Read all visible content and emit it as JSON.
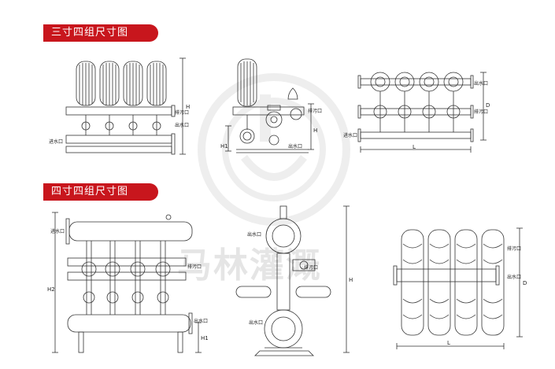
{
  "sections": {
    "three_inch": {
      "title": "三寸四组尺寸图"
    },
    "four_inch": {
      "title": "四寸四组尺寸图"
    }
  },
  "labels": {
    "inlet": "进水口",
    "outlet": "出水口",
    "drain": "排污口"
  },
  "dims": {
    "H": "H",
    "H1": "H1",
    "H2": "H2",
    "L": "L",
    "D": "D"
  },
  "watermark": {
    "text": "马林灌溉"
  },
  "colors": {
    "accent": "#c8161d",
    "line": "#333333"
  }
}
